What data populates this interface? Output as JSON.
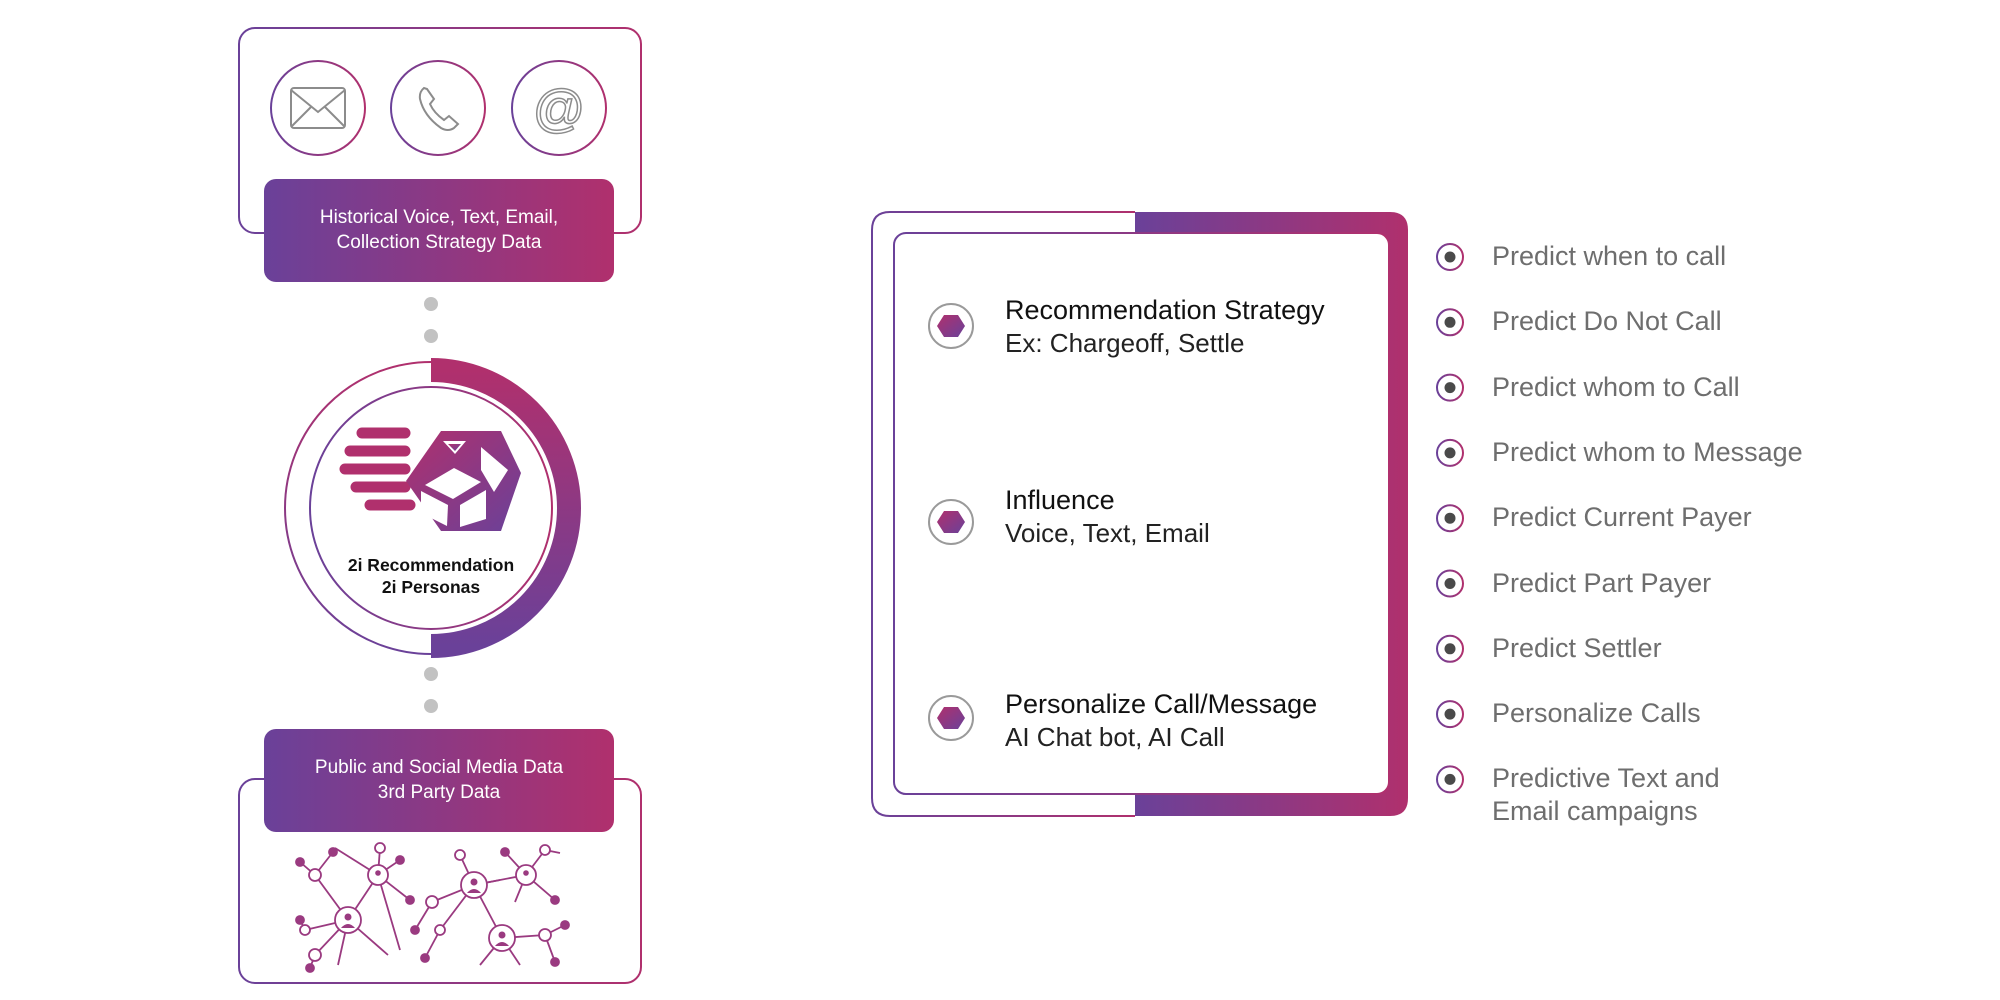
{
  "colors": {
    "purple": "#6a4199",
    "magenta": "#b0306d",
    "dot_gray": "#c2c2c2",
    "dark_dot": "#4a4a4a"
  },
  "top_box": {
    "icons": [
      "envelope-icon",
      "phone-icon",
      "at-sign-icon"
    ],
    "label_line1": "Historical Voice, Text, Email,",
    "label_line2": "Collection Strategy Data"
  },
  "hub": {
    "icon": "2i-logo-icon",
    "line1": "2i Recommendation",
    "line2": "2i Personas"
  },
  "bottom_box": {
    "icon": "social-network-icon",
    "label_line1": "Public and Social Media Data",
    "label_line2": "3rd Party Data"
  },
  "strategies": [
    {
      "title": "Recommendation Strategy",
      "subtitle": "Ex: Chargeoff, Settle"
    },
    {
      "title": "Influence",
      "subtitle": "Voice, Text, Email"
    },
    {
      "title": "Personalize Call/Message",
      "subtitle": "AI Chat bot, AI Call"
    }
  ],
  "predictions": [
    {
      "line1": "Predict when to call"
    },
    {
      "line1": "Predict Do Not Call"
    },
    {
      "line1": "Predict whom to Call"
    },
    {
      "line1": "Predict whom to Message"
    },
    {
      "line1": "Predict Current Payer"
    },
    {
      "line1": "Predict Part Payer"
    },
    {
      "line1": "Predict Settler"
    },
    {
      "line1": "Personalize Calls"
    },
    {
      "line1": "Predictive Text and",
      "line2": "Email campaigns"
    }
  ]
}
